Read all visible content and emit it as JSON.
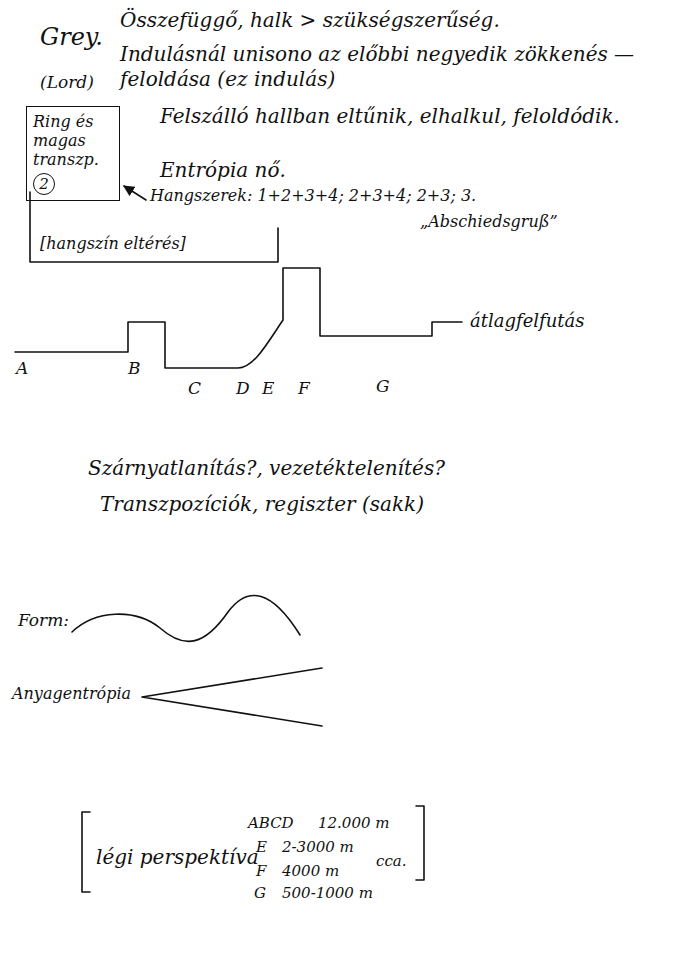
{
  "diagram": {
    "nodes": [
      {
        "text": [
          "Ring és magas transzp.",
          "2"
        ]
      }
    ],
    "labels": [
      "Grey.",
      "(Lord)",
      "Összefüggő, halk > szükségszerűség.",
      "Indulásnál unisono az előbbi negyedik zökkenés — feloldása (ez indulás)",
      "Felszálló hallban eltűnik, elhalkul, feloldódik.",
      "Entrópia nő.",
      "Hangszerek: 1+2+3+4; 2+3+4; 2+3; 3.",
      "„Abschiedsgruß”",
      "[hangszín eltérés]",
      "A",
      "B",
      "C",
      "D",
      "E",
      "F",
      "G",
      "átlagfelfutás",
      "Szárnyatlanítás?, vezetéktelenítés?",
      "Transzpozíciók, regiszter (sakk)",
      "Form:",
      "Anyagentrópia",
      "légi perspektíva",
      "ABCD",
      "12.000 m",
      "E",
      "2-3000 m",
      "cca.",
      "F",
      "4000 m",
      "G",
      "500-1000 m"
    ]
  }
}
